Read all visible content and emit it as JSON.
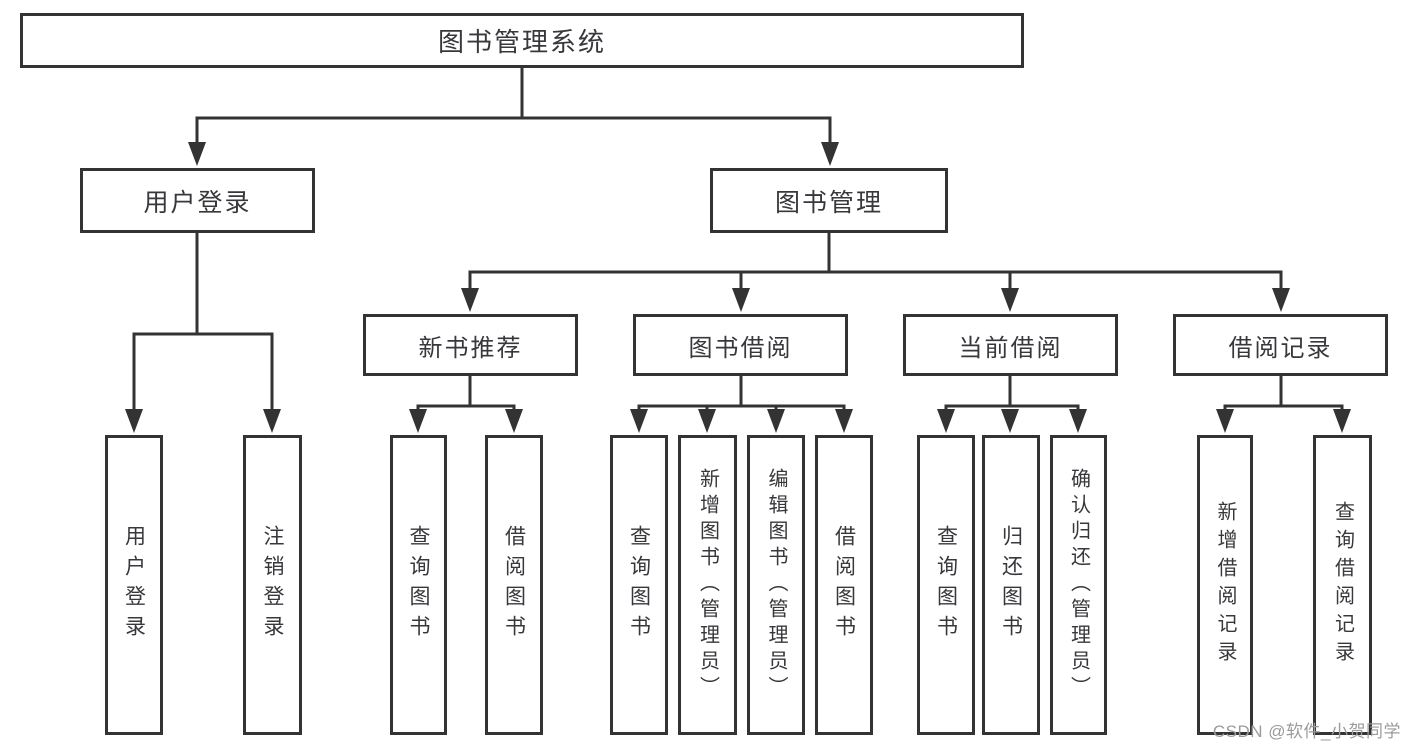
{
  "colors": {
    "line": "#333333",
    "text": "#38383c",
    "bg": "#ffffff",
    "watermark": "#9b9b9b"
  },
  "watermark": "CSDN @软件_小贺同学",
  "tree": {
    "label": "图书管理系统",
    "children": [
      {
        "label": "用户登录",
        "children": [
          {
            "label": "用户登录"
          },
          {
            "label": "注销登录"
          }
        ]
      },
      {
        "label": "图书管理",
        "children": [
          {
            "label": "新书推荐",
            "children": [
              {
                "label": "查询图书"
              },
              {
                "label": "借阅图书"
              }
            ]
          },
          {
            "label": "图书借阅",
            "children": [
              {
                "label": "查询图书"
              },
              {
                "label": "新增图书（管理员）"
              },
              {
                "label": "编辑图书（管理员）"
              },
              {
                "label": "借阅图书"
              }
            ]
          },
          {
            "label": "当前借阅",
            "children": [
              {
                "label": "查询图书"
              },
              {
                "label": "归还图书"
              },
              {
                "label": "确认归还（管理员）"
              }
            ]
          },
          {
            "label": "借阅记录",
            "children": [
              {
                "label": "新增借阅记录"
              },
              {
                "label": "查询借阅记录"
              }
            ]
          }
        ]
      }
    ]
  }
}
